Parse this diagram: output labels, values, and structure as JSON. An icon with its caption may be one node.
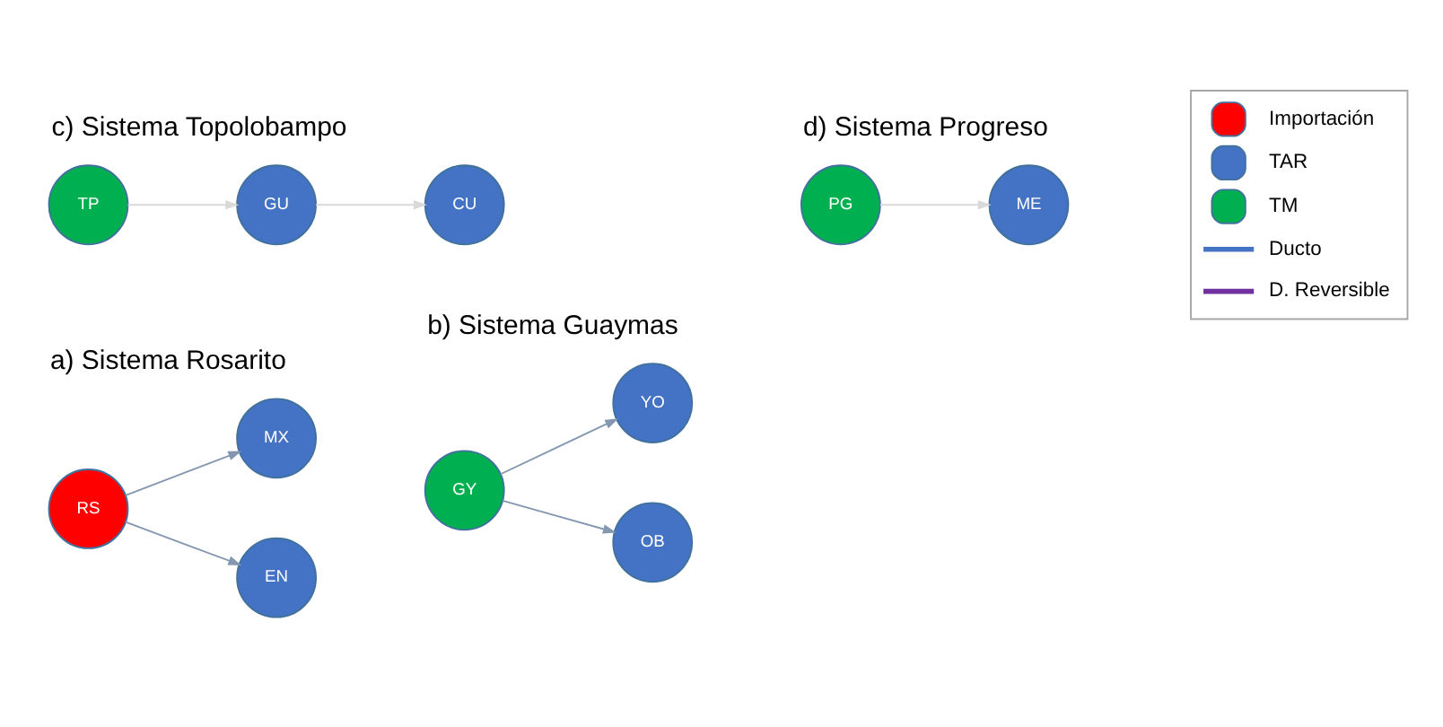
{
  "diagram": {
    "nodes": [
      {
        "text": [
          "RS"
        ]
      },
      {
        "text": [
          "EN"
        ]
      },
      {
        "text": [
          "MX"
        ]
      },
      {
        "text": [
          "GY"
        ]
      },
      {
        "text": [
          "OB"
        ]
      },
      {
        "text": [
          "YO"
        ]
      },
      {
        "text": [
          "TP"
        ]
      },
      {
        "text": [
          "GU"
        ]
      },
      {
        "text": [
          "CU"
        ]
      },
      {
        "text": [
          "PG"
        ]
      },
      {
        "text": [
          "ME"
        ]
      }
    ],
    "edges": [
      {
        "from": 0,
        "to": 1,
        "arrow": "to"
      },
      {
        "from": 0,
        "to": 2,
        "arrow": "to"
      },
      {
        "from": 3,
        "to": 4,
        "arrow": "to"
      },
      {
        "from": 3,
        "to": 5,
        "arrow": "to"
      },
      {
        "from": 6,
        "to": 7,
        "arrow": "to",
        "color": "#d9d9d9"
      },
      {
        "from": 7,
        "to": 8,
        "arrow": "to",
        "color": "#d9d9d9"
      },
      {
        "from": 9,
        "to": 10,
        "arrow": "to",
        "color": "#d9d9d9"
      }
    ],
    "labels": [
      "a) Sistema Rosarito",
      "b) Sistema Guaymas",
      "c) Sistema Topolobampo",
      "d) Sistema Progreso"
    ],
    "legend": [
      {
        "text": "Importación",
        "color": "#ff0000"
      },
      {
        "text": "TAR",
        "color": "#4472c4"
      },
      {
        "text": "TM",
        "color": "#00b050"
      },
      {
        "text": "Ducto"
      },
      {
        "text": "D. Reversible"
      }
    ]
  }
}
